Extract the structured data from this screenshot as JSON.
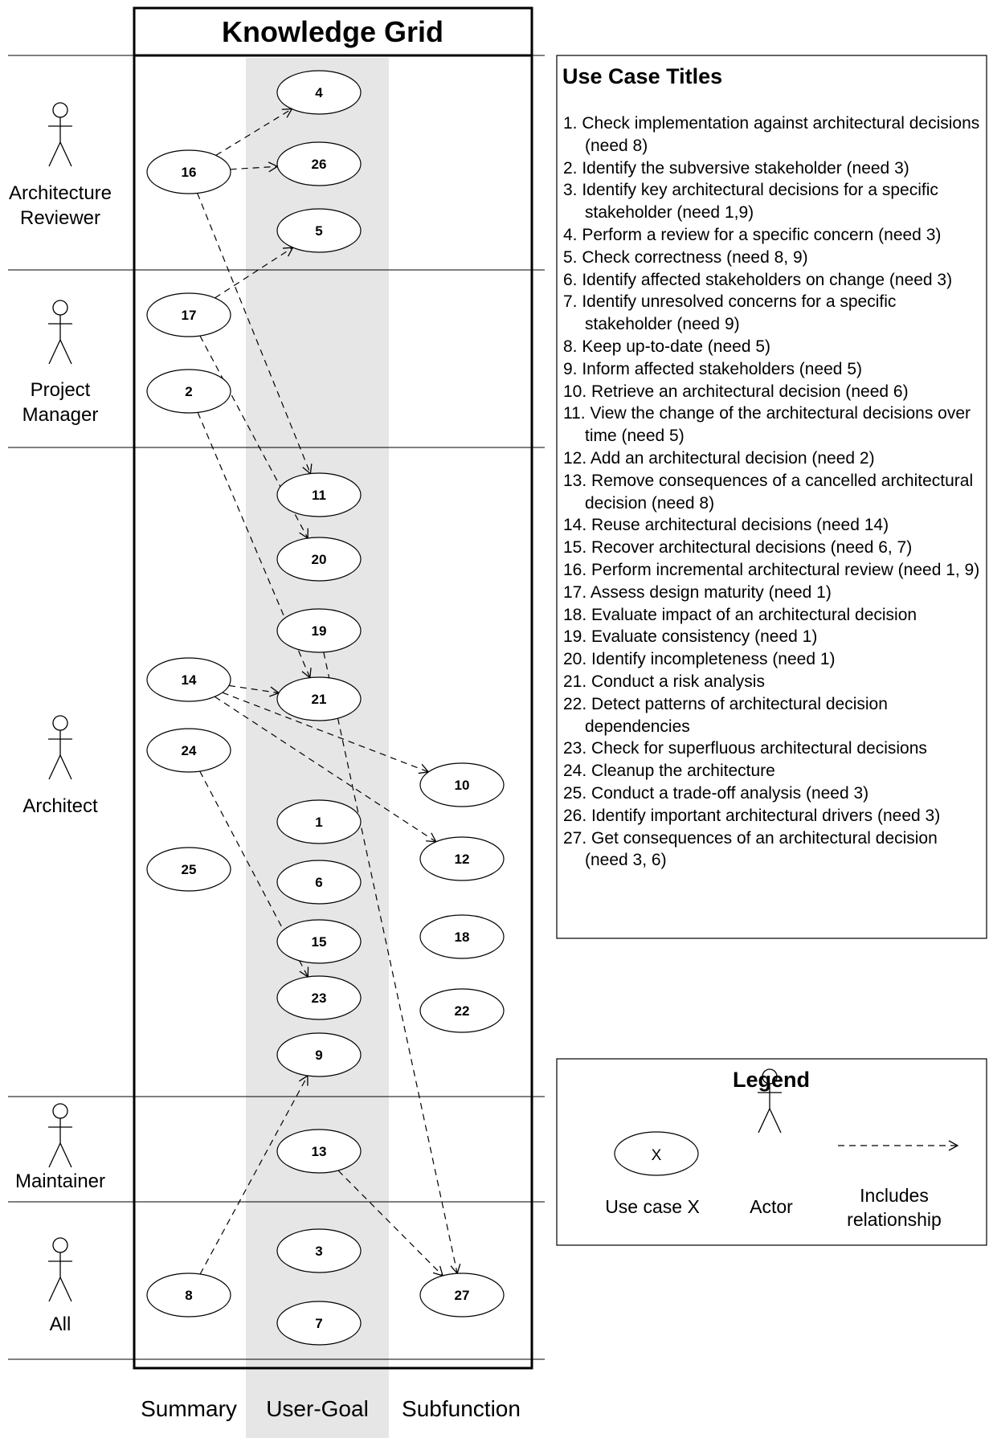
{
  "title": "Knowledge Grid",
  "columns": [
    "Summary",
    "User-Goal",
    "Subfunction"
  ],
  "actors": [
    {
      "id": "architecture-reviewer",
      "lines": [
        "Architecture",
        "Reviewer"
      ]
    },
    {
      "id": "project-manager",
      "lines": [
        "Project",
        "Manager"
      ]
    },
    {
      "id": "architect",
      "lines": [
        "Architect"
      ]
    },
    {
      "id": "maintainer",
      "lines": [
        "Maintainer"
      ]
    },
    {
      "id": "all",
      "lines": [
        "All"
      ]
    }
  ],
  "use_cases": [
    {
      "id": "16",
      "actor": "architecture-reviewer",
      "level": "Summary"
    },
    {
      "id": "4",
      "actor": "architecture-reviewer",
      "level": "User-Goal"
    },
    {
      "id": "26",
      "actor": "architecture-reviewer",
      "level": "User-Goal"
    },
    {
      "id": "5",
      "actor": "architecture-reviewer",
      "level": "User-Goal"
    },
    {
      "id": "17",
      "actor": "project-manager",
      "level": "Summary"
    },
    {
      "id": "2",
      "actor": "project-manager",
      "level": "Summary"
    },
    {
      "id": "11",
      "actor": "architect",
      "level": "User-Goal"
    },
    {
      "id": "20",
      "actor": "architect",
      "level": "User-Goal"
    },
    {
      "id": "19",
      "actor": "architect",
      "level": "User-Goal"
    },
    {
      "id": "14",
      "actor": "architect",
      "level": "Summary"
    },
    {
      "id": "21",
      "actor": "architect",
      "level": "User-Goal"
    },
    {
      "id": "24",
      "actor": "architect",
      "level": "Summary"
    },
    {
      "id": "10",
      "actor": "architect",
      "level": "Subfunction"
    },
    {
      "id": "1",
      "actor": "architect",
      "level": "User-Goal"
    },
    {
      "id": "12",
      "actor": "architect",
      "level": "Subfunction"
    },
    {
      "id": "25",
      "actor": "architect",
      "level": "Summary"
    },
    {
      "id": "6",
      "actor": "architect",
      "level": "User-Goal"
    },
    {
      "id": "15",
      "actor": "architect",
      "level": "User-Goal"
    },
    {
      "id": "18",
      "actor": "architect",
      "level": "Subfunction"
    },
    {
      "id": "23",
      "actor": "architect",
      "level": "User-Goal"
    },
    {
      "id": "22",
      "actor": "architect",
      "level": "Subfunction"
    },
    {
      "id": "9",
      "actor": "architect",
      "level": "User-Goal"
    },
    {
      "id": "13",
      "actor": "maintainer",
      "level": "User-Goal"
    },
    {
      "id": "3",
      "actor": "all",
      "level": "User-Goal"
    },
    {
      "id": "8",
      "actor": "all",
      "level": "Summary"
    },
    {
      "id": "27",
      "actor": "all",
      "level": "Subfunction"
    },
    {
      "id": "7",
      "actor": "all",
      "level": "User-Goal"
    }
  ],
  "includes": [
    {
      "from": "16",
      "to": "4"
    },
    {
      "from": "16",
      "to": "26"
    },
    {
      "from": "16",
      "to": "11"
    },
    {
      "from": "17",
      "to": "5"
    },
    {
      "from": "17",
      "to": "20"
    },
    {
      "from": "2",
      "to": "21"
    },
    {
      "from": "14",
      "to": "21"
    },
    {
      "from": "14",
      "to": "10"
    },
    {
      "from": "14",
      "to": "12"
    },
    {
      "from": "24",
      "to": "23"
    },
    {
      "from": "19",
      "to": "27"
    },
    {
      "from": "13",
      "to": "27"
    },
    {
      "from": "8",
      "to": "9"
    }
  ],
  "use_case_titles": {
    "heading": "Use Case Titles",
    "items": [
      "1. Check implementation against architectural decisions (need 8)",
      "2. Identify the subversive stakeholder (need 3)",
      "3. Identify key architectural decisions for a specific stakeholder (need 1,9)",
      "4. Perform a review for a specific concern (need 3)",
      "5. Check correctness (need 8, 9)",
      "6. Identify affected stakeholders on change (need 3)",
      "7. Identify unresolved concerns for a specific stakeholder (need 9)",
      "8. Keep up-to-date (need 5)",
      "9. Inform affected stakeholders (need 5)",
      "10. Retrieve an architectural decision (need 6)",
      "11. View the change of the architectural decisions over time (need 5)",
      "12. Add an architectural decision (need 2)",
      "13. Remove consequences of a cancelled architectural decision (need 8)",
      "14. Reuse architectural decisions (need 14)",
      "15. Recover architectural decisions (need 6, 7)",
      "16. Perform incremental architectural review (need 1, 9)",
      "17. Assess design maturity (need 1)",
      "18. Evaluate impact of an architectural decision",
      "19. Evaluate consistency (need 1)",
      "20. Identify incompleteness (need 1)",
      "21. Conduct a risk analysis",
      "22. Detect patterns of architectural decision dependencies",
      "23. Check for superfluous architectural decisions",
      "24. Cleanup the architecture",
      "25. Conduct a trade-off analysis (need 3)",
      "26. Identify important architectural drivers (need 3)",
      "27. Get consequences of an architectural decision (need 3, 6)"
    ]
  },
  "legend": {
    "heading": "Legend",
    "use_case_symbol": "X",
    "use_case_label": "Use case X",
    "actor_label": "Actor",
    "includes_lines": [
      "Includes",
      "relationship"
    ]
  }
}
